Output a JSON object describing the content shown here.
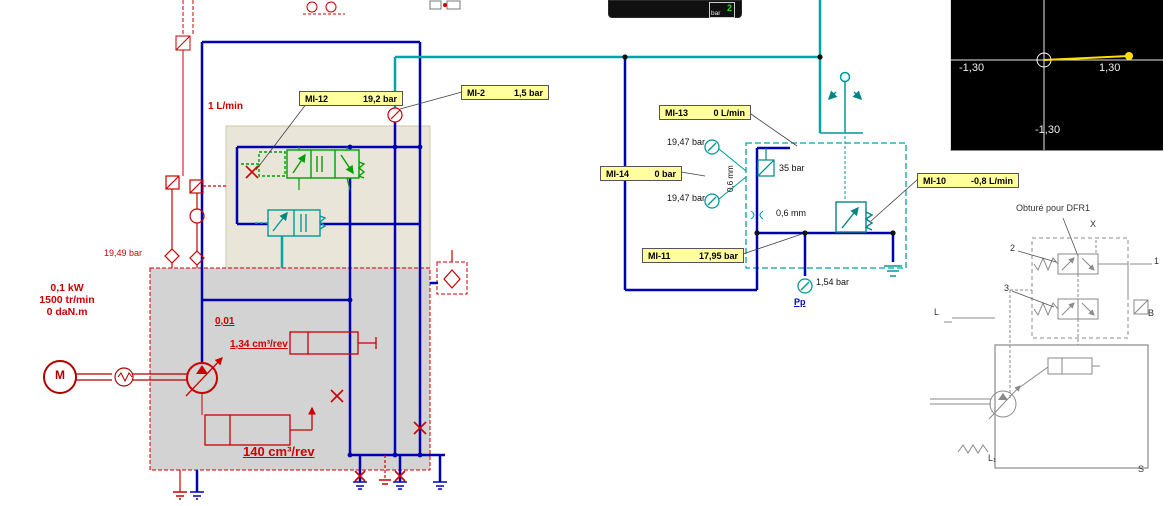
{
  "colors": {
    "line_blue": "#0000b3",
    "line_teal": "#00a5a5",
    "line_red": "#cc0000",
    "label_bg": "#ffff9e",
    "green": "#00a000"
  },
  "meters": {
    "mi12": {
      "id": "MI-12",
      "value": "19,2 bar"
    },
    "mi2": {
      "id": "MI-2",
      "value": "1,5 bar"
    },
    "mi13": {
      "id": "MI-13",
      "value": "0 L/min"
    },
    "mi14": {
      "id": "MI-14",
      "value": "0 bar"
    },
    "mi10": {
      "id": "MI-10",
      "value": "-0,8 L/min"
    },
    "mi11": {
      "id": "MI-11",
      "value": "17,95 bar"
    }
  },
  "annotations": {
    "flow_left": "1 L/min",
    "pressure_left": "19,49 bar",
    "power": "0,1 kW",
    "speed": "1500 tr/min",
    "torque": "0 daN.m",
    "disp_small_label": "0,01",
    "disp_small": "1,34 cm³/rev",
    "disp_main": "140 cm³/rev",
    "gauge_top": "19,47 bar",
    "gauge_bottom": "19,47 bar",
    "orifice_vertical": "0,6 mm",
    "orifice_horizontal": "0,6 mm",
    "relief_setting": "35 bar",
    "pilot_pressure": "1,54 bar",
    "pp_label": "Pp",
    "motor_letter": "M"
  },
  "xy_plot": {
    "x_min": "-1,30",
    "x_max": "1,30",
    "y_min": "-1,30"
  },
  "display": {
    "digit": "2",
    "unit": "bar"
  },
  "dfr1": {
    "note": "Obturé pour DFR1",
    "port_x": "X",
    "port_b": "B",
    "port_l": "L",
    "port_l1": "L₁",
    "port_s": "S",
    "ref_1": "1",
    "ref_2": "2",
    "ref_3": "3"
  }
}
